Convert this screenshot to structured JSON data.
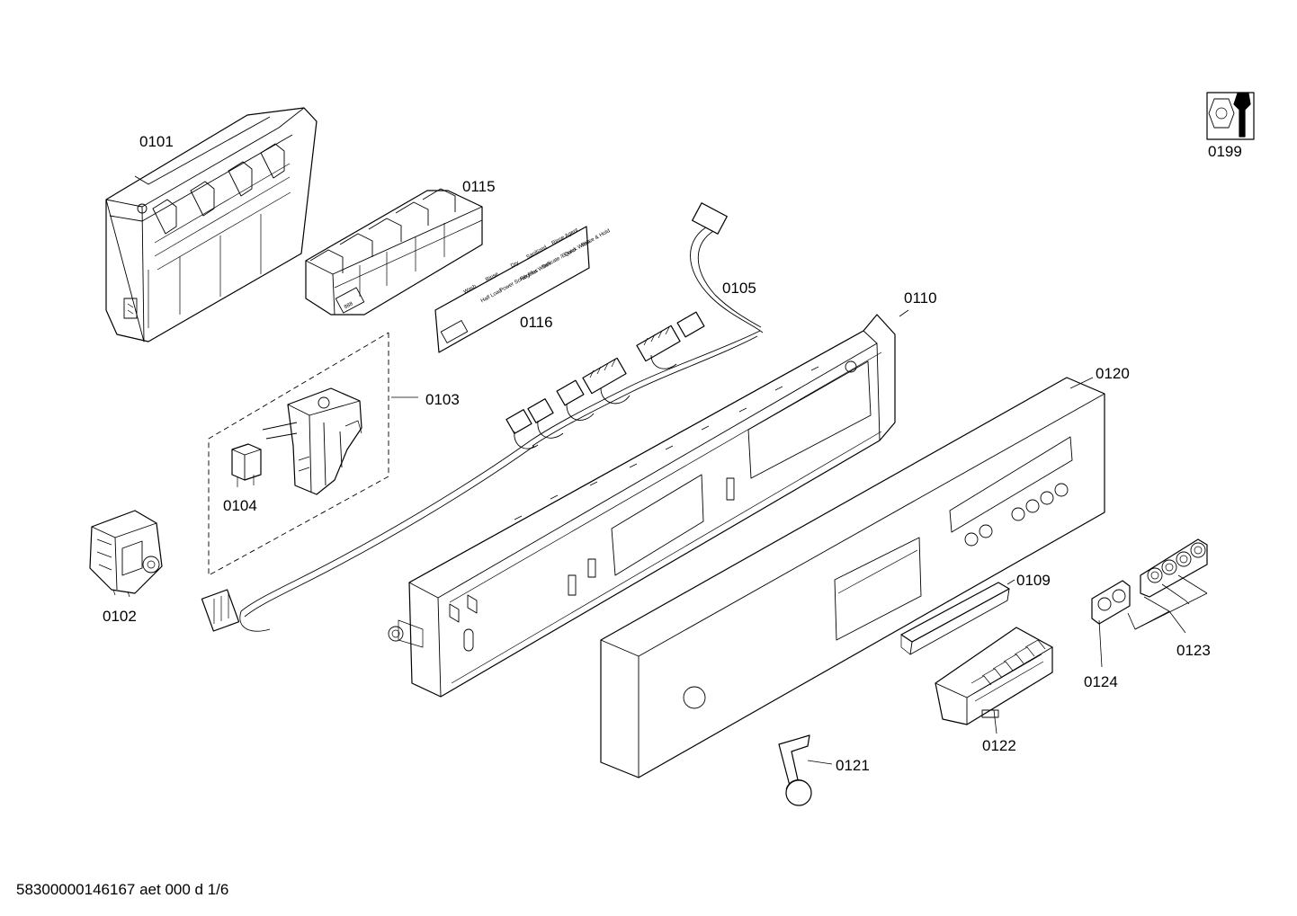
{
  "callouts": {
    "c0101": "0101",
    "c0102": "0102",
    "c0103": "0103",
    "c0104": "0104",
    "c0105": "0105",
    "c0109": "0109",
    "c0110": "0110",
    "c0115": "0115",
    "c0116": "0116",
    "c0120": "0120",
    "c0121": "0121",
    "c0122": "0122",
    "c0123": "0123",
    "c0124": "0124",
    "c0199": "0199"
  },
  "label_strip": {
    "row1": [
      "Wash",
      "Rinse",
      "Dry",
      "Sanitized",
      "Rinse Agent"
    ],
    "row2": [
      "Half Load",
      "Power Scrub Plus",
      "Regular Wash",
      "Delicate /Econo",
      "Quick Wash",
      "Rinse & Hold"
    ]
  },
  "icons": {
    "tool": "wrench-nut-icon"
  },
  "footer": {
    "doc_id": "58300000146167 aet 000 d 1/6"
  }
}
